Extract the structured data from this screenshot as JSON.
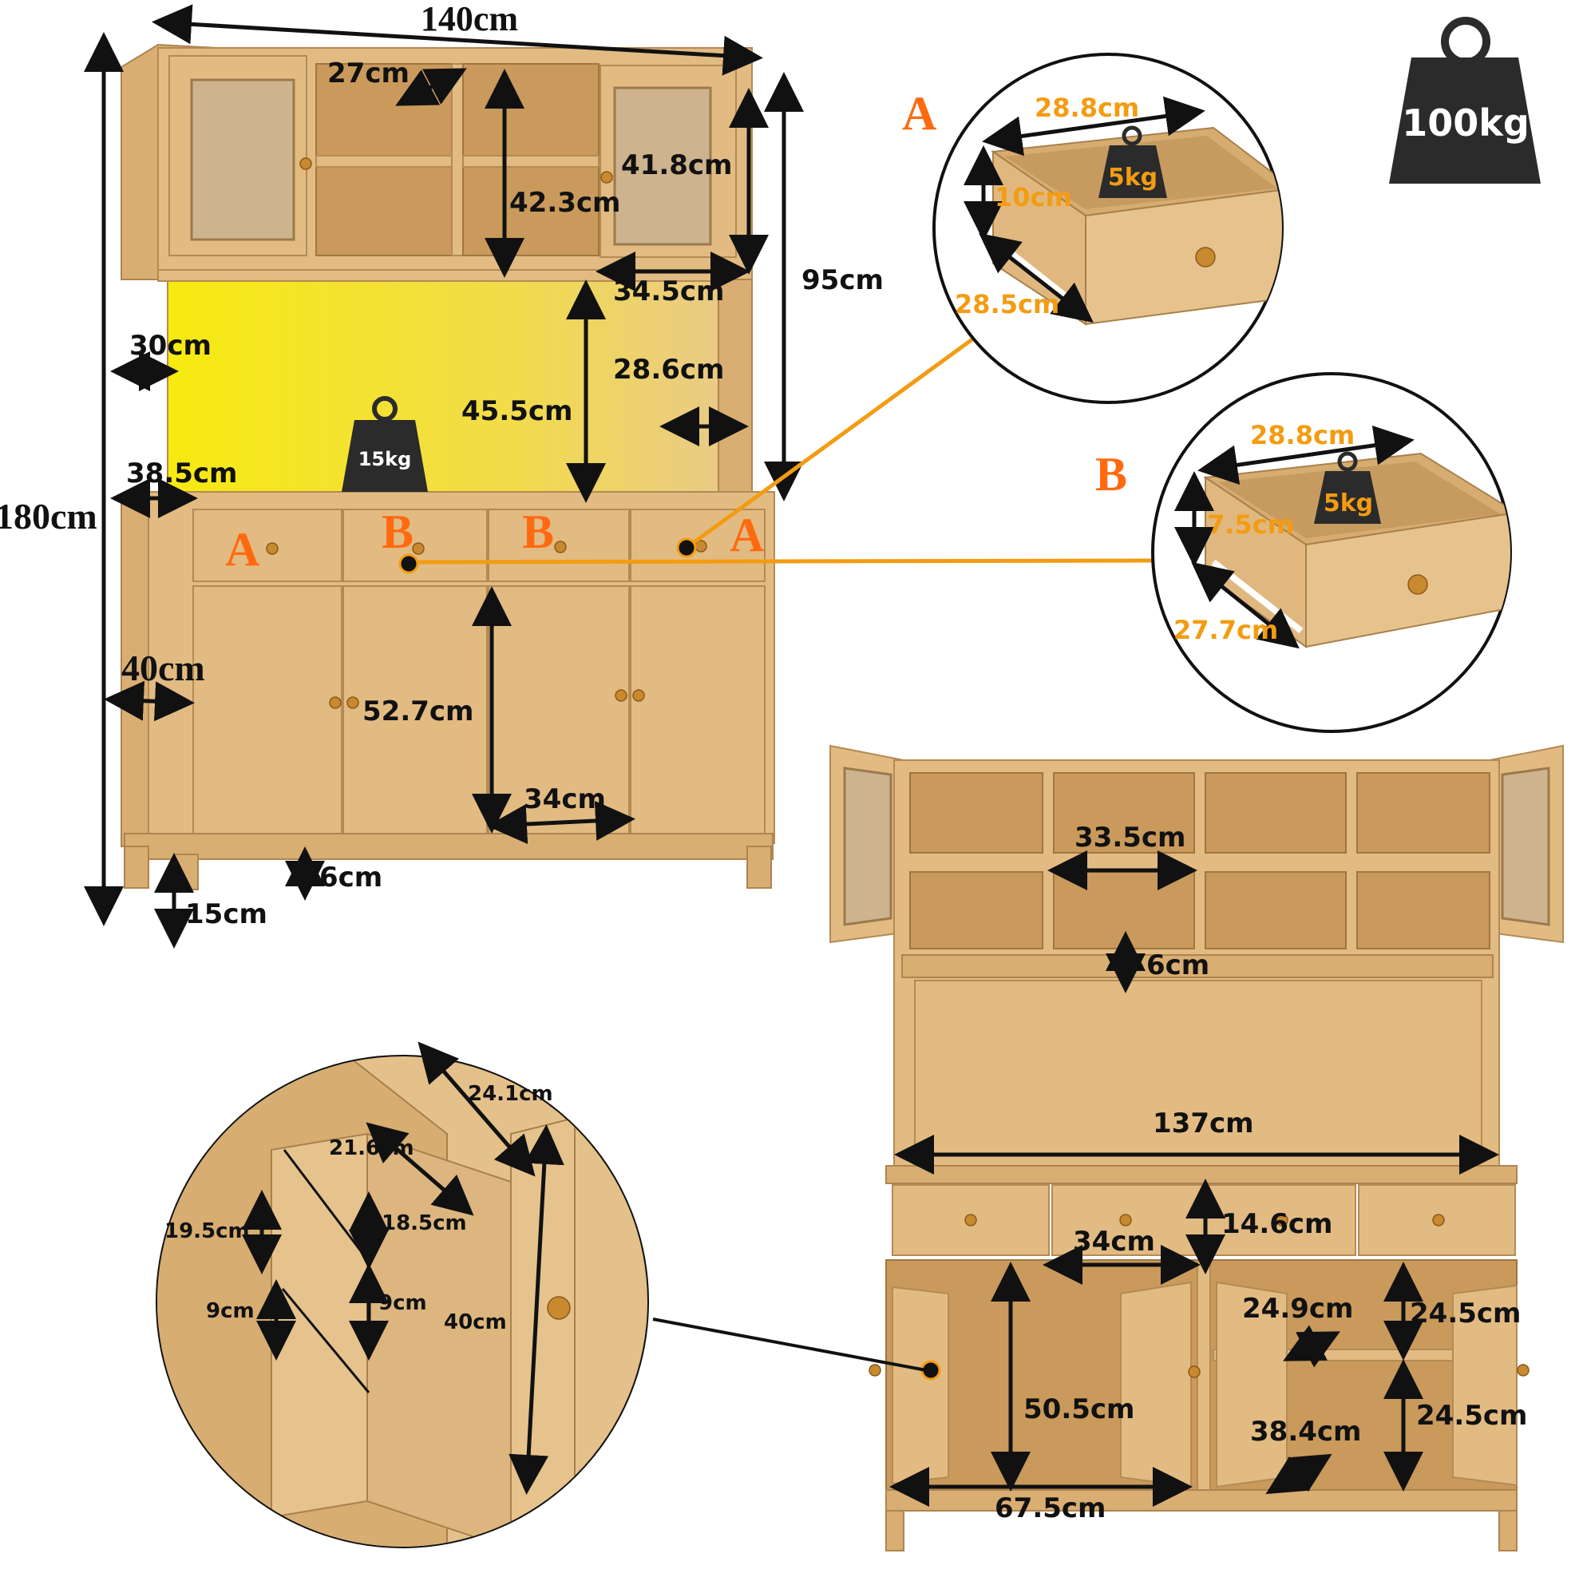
{
  "main_unit": {
    "total_width": "140cm",
    "total_height": "180cm",
    "hutch_height": "95cm",
    "side_depth": "40cm",
    "hutch_depth": "30cm",
    "counter_depth": "38.5cm",
    "cubby_depth": "27cm",
    "cubby_height": "42.3cm",
    "glass_cabinet_height": "41.8cm",
    "glass_cabinet_width": "34.5cm",
    "led_opening_height": "45.5cm",
    "side_shelf_depth": "28.6cm",
    "counter_load": "15kg",
    "door_height": "52.7cm",
    "door_width": "34cm",
    "base_rail": "6cm",
    "leg_height": "15cm",
    "drawer_labels": [
      "A",
      "B",
      "B",
      "A"
    ]
  },
  "drawer_a": {
    "letter": "A",
    "width": "28.8cm",
    "height": "10cm",
    "depth": "28.5cm",
    "load": "5kg"
  },
  "drawer_b": {
    "letter": "B",
    "width": "28.8cm",
    "height": "7.5cm",
    "depth": "27.7cm",
    "load": "5kg"
  },
  "total_load": "100kg",
  "front_view": {
    "cubby_width": "33.5cm",
    "shelf_gap": "6cm",
    "inner_width": "137cm",
    "drawer_height": "14.6cm",
    "drawer_width": "34cm",
    "shelf_depth": "24.9cm",
    "upper_compartment": "24.5cm",
    "lower_compartment": "24.5cm",
    "lower_depth": "38.4cm",
    "cabinet_height": "50.5cm",
    "cabinet_width": "67.5cm"
  },
  "door_detail": {
    "door_depth": "24.1cm",
    "shelf_width": "21.6cm",
    "upper_height": "19.5cm",
    "upper_rail": "18.5cm",
    "lower_height": "9cm",
    "lower_rail": "9cm",
    "door_height": "40cm"
  },
  "colors": {
    "accent_orange": "#f39c12",
    "letter_orange": "#ff6a10",
    "wood": "#e2bb83",
    "led_yellow": "#f3e21a",
    "weight_dark": "#2b2b2b"
  }
}
